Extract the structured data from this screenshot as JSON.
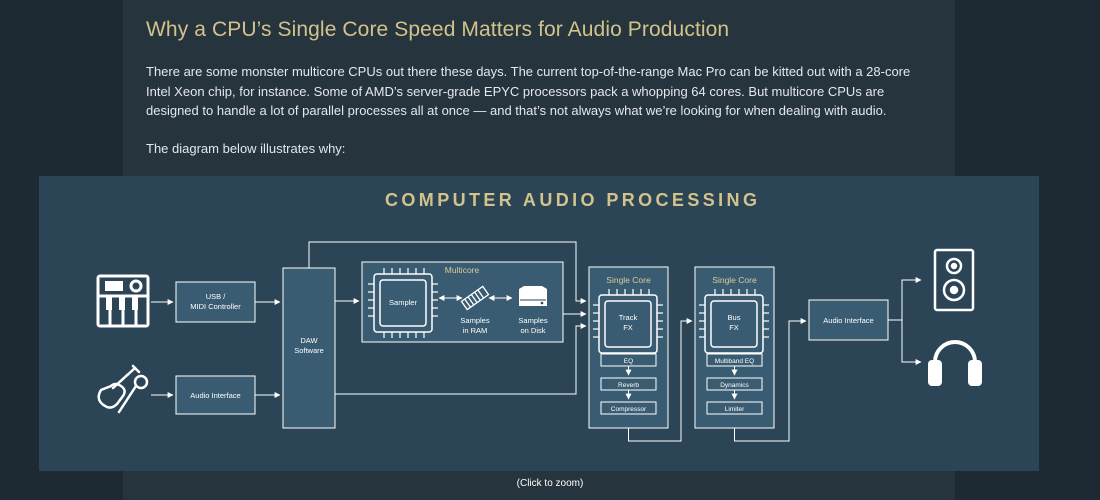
{
  "article": {
    "heading": "Why a CPU’s Single Core Speed Matters for Audio Production",
    "paragraph1": "There are some monster multicore CPUs out there these days. The current top-of-the-range Mac Pro can be kitted out with a 28-core Intel Xeon chip, for instance. Some of AMD’s server-grade EPYC processors pack a whopping 64 cores. But multicore CPUs are designed to handle a lot of parallel processes all at once — and that’s not always what we’re looking for when dealing with audio.",
    "paragraph2": "The diagram below illustrates why:"
  },
  "diagram": {
    "title": "COMPUTER AUDIO PROCESSING",
    "usb_midi_line1": "USB /",
    "usb_midi_line2": "MIDI Controller",
    "audio_interface_in": "Audio Interface",
    "daw_line1": "DAW",
    "daw_line2": "Software",
    "multicore_label": "Multicore",
    "sampler_label": "Sampler",
    "samples_ram_line1": "Samples",
    "samples_ram_line2": "in RAM",
    "samples_disk_line1": "Samples",
    "samples_disk_line2": "on Disk",
    "track_core_label": "Single Core",
    "track_chip_line1": "Track",
    "track_chip_line2": "FX",
    "track_fx": [
      "EQ",
      "Reverb",
      "Compressor"
    ],
    "bus_core_label": "Single Core",
    "bus_chip_line1": "Bus",
    "bus_chip_line2": "FX",
    "bus_fx": [
      "Multiband EQ",
      "Dynamics",
      "Limiter"
    ],
    "audio_interface_out": "Audio Interface"
  },
  "caption": "(Click to zoom)",
  "colors": {
    "page_background": "#1d2a33",
    "article_background": "#26343e",
    "diagram_background": "#2b4556",
    "box_fill": "#3a5c72",
    "line": "#ffffff",
    "accent": "#d3c38a",
    "core_label": "#d8cc9a"
  }
}
